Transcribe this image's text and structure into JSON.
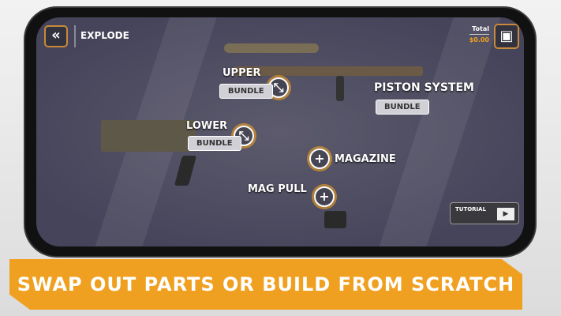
{
  "header": {
    "back_icon": "double-chevron-left-icon",
    "title": "EXPLODE",
    "total_label": "Total",
    "total_value": "$0.00",
    "save_icon": "floppy-disk-icon"
  },
  "parts": [
    {
      "label": "UPPER",
      "bundle": "BUNDLE",
      "icon": "collapse-arrows-icon"
    },
    {
      "label": "PISTON SYSTEM",
      "bundle": "BUNDLE"
    },
    {
      "label": "LOWER",
      "bundle": "BUNDLE",
      "icon": "collapse-arrows-icon"
    },
    {
      "label": "MAGAZINE",
      "icon": "plus-icon"
    },
    {
      "label": "MAG PULL",
      "icon": "plus-icon"
    }
  ],
  "tutorial": {
    "label": "TUTORIAL",
    "icon": "play-icon"
  },
  "banner": "SWAP OUT PARTS OR BUILD FROM SCRATCH",
  "colors": {
    "accent": "#f0a020"
  }
}
